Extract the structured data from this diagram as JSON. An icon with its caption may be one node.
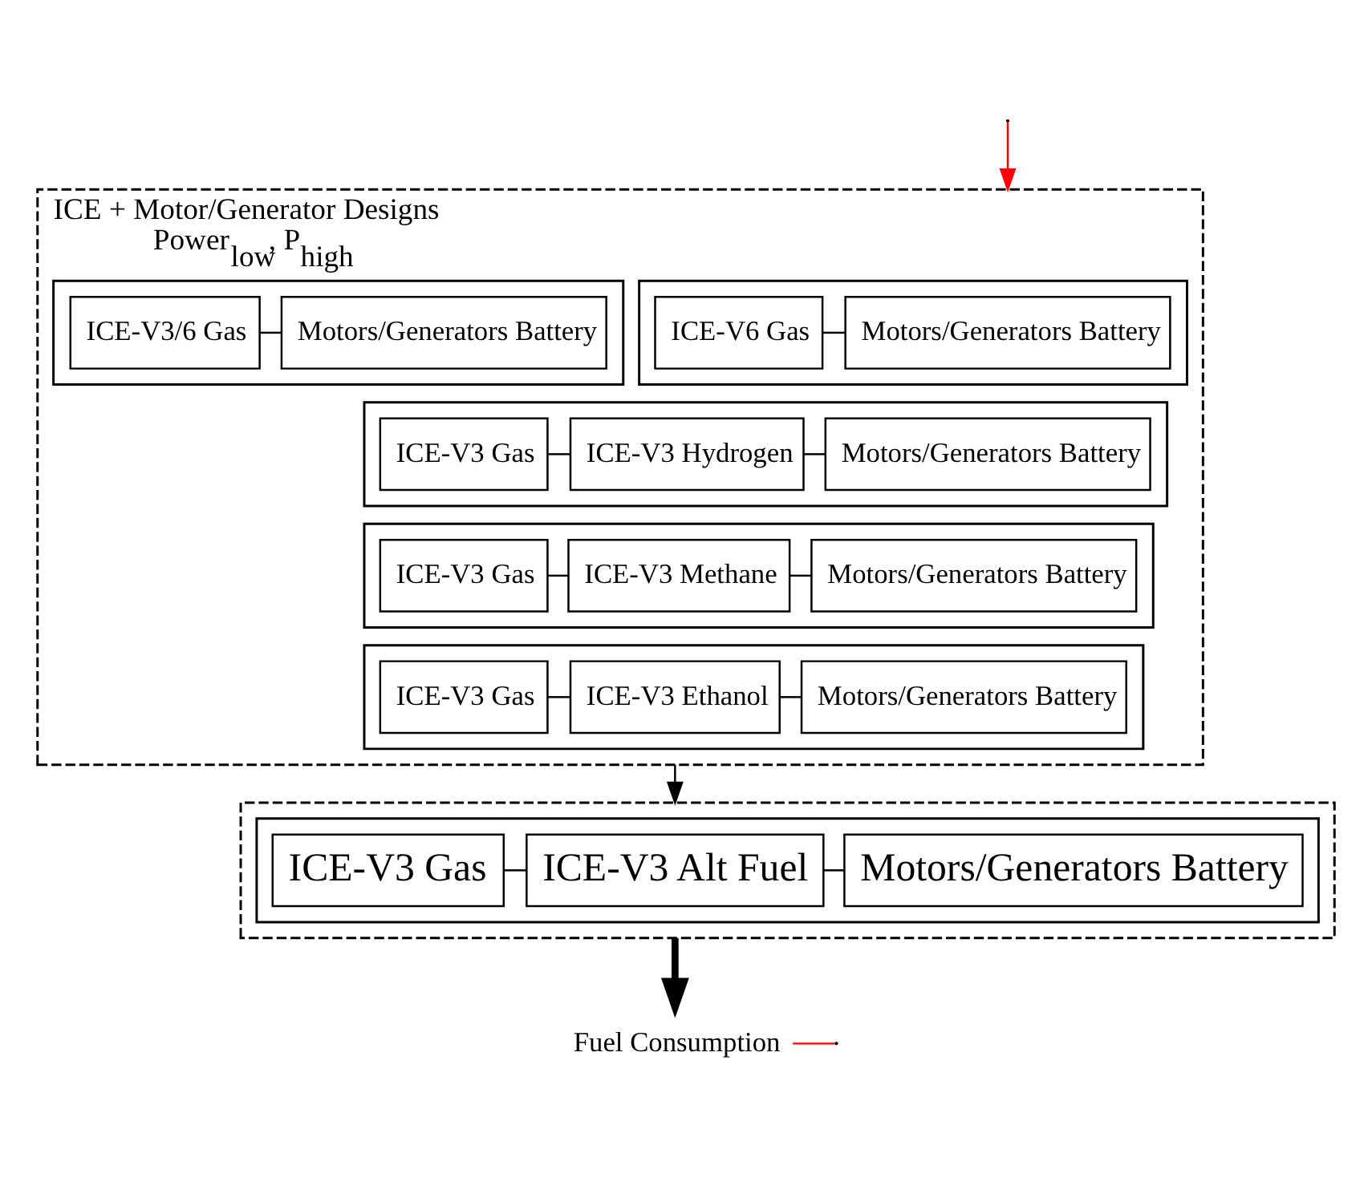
{
  "diagram": {
    "nodes": [
      {
        "text": [
          "ICE + Motor/Generator Designs",
          "Power$_{low}$, P$_{high}$"
        ]
      },
      {
        "text": [],
        "shape": "box",
        "in": 0
      },
      {
        "text": [
          "ICE-V6 Gas"
        ],
        "in": 1
      },
      {
        "text": [
          "Motors/Generators Battery"
        ],
        "in": 1
      },
      {
        "text": [],
        "shape": "box",
        "in": 0
      },
      {
        "text": [
          "ICE-V3/6 Gas"
        ],
        "in": 4
      },
      {
        "text": [
          "Motors/Generators Battery"
        ],
        "in": 4
      },
      {
        "text": [],
        "shape": "box",
        "in": 0
      },
      {
        "text": [
          "ICE-V3 Gas"
        ],
        "in": 7
      },
      {
        "text": [
          "ICE-V3 Hydrogen"
        ],
        "in": 7
      },
      {
        "text": [
          "Motors/Generators Battery"
        ],
        "in": 7
      },
      {
        "text": [],
        "shape": "box",
        "in": 0
      },
      {
        "text": [
          "ICE-V3 Gas"
        ],
        "in": 11
      },
      {
        "text": [
          "ICE-V3 Methane"
        ],
        "in": 11
      },
      {
        "text": [
          "Motors/Generators Battery"
        ],
        "in": 11
      },
      {
        "text": [],
        "shape": "box",
        "in": 0
      },
      {
        "text": [
          "ICE-V3 Gas"
        ],
        "in": 15
      },
      {
        "text": [
          "ICE-V3 Ethanol"
        ],
        "in": 15
      },
      {
        "text": [
          "Motors/Generators Battery"
        ],
        "in": 15
      },
      {
        "text": [],
        "shape": "box"
      },
      {
        "text": [],
        "shape": "box",
        "in": 19
      },
      {
        "text": [
          "ICE-V3 Gas"
        ],
        "in": 20
      },
      {
        "text": [
          "ICE-V3 Alt Fuel"
        ],
        "in": 20
      },
      {
        "text": [
          "Motors/Generators Battery"
        ],
        "in": 20
      },
      {
        "text": [
          "Fuel Consumption"
        ]
      }
    ],
    "edges": [
      {
        "from": 2,
        "to": 3,
        "arrow": "none"
      },
      {
        "from": 5,
        "to": 6,
        "arrow": "none"
      },
      {
        "from": 8,
        "to": 9,
        "arrow": "none"
      },
      {
        "from": 9,
        "to": 10,
        "arrow": "none"
      },
      {
        "from": 12,
        "to": 13,
        "arrow": "none"
      },
      {
        "from": 13,
        "to": 14,
        "arrow": "none"
      },
      {
        "from": 16,
        "to": 17,
        "arrow": "none"
      },
      {
        "from": 17,
        "to": 18,
        "arrow": "none"
      },
      {
        "from": 21,
        "to": 22,
        "arrow": "none"
      },
      {
        "from": 22,
        "to": 23,
        "arrow": "none"
      },
      {
        "from": 0,
        "to": 19,
        "arrow": "to"
      },
      {
        "from": 19,
        "to": 24,
        "arrow": "to",
        "style": "thick"
      },
      {
        "from": null,
        "to": 0,
        "arrow": "to",
        "color": "#ff0000"
      },
      {
        "from": 24,
        "to": null,
        "arrow": "none",
        "color": "#ff0000"
      }
    ]
  }
}
